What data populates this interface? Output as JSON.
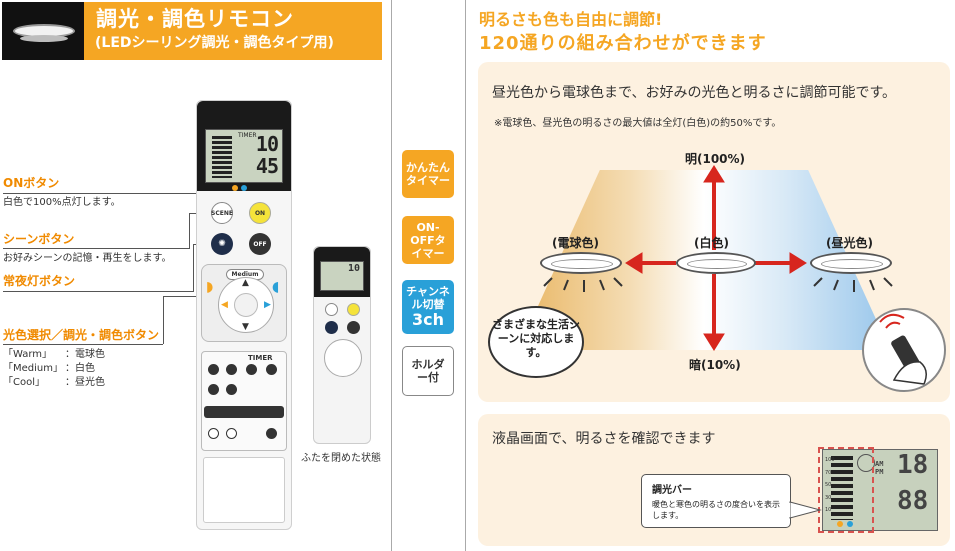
{
  "header": {
    "title": "調光・調色リモコン",
    "subtitle": "(LEDシーリング調光・調色タイプ用)"
  },
  "callouts": {
    "on_title": "ONボタン",
    "on_desc": "白色で100%点灯します。",
    "scene_title": "シーンボタン",
    "scene_desc": "お好みシーンの記憶・再生をします。",
    "night_title": "常夜灯ボタン",
    "color_title": "光色選択／調光・調色ボタン",
    "color_rows": [
      {
        "key": "「Warm」",
        "val": "：電球色"
      },
      {
        "key": "「Medium」",
        "val": "：白色"
      },
      {
        "key": "「Cool」",
        "val": "：昼光色"
      }
    ]
  },
  "remote": {
    "lcd_top": "10",
    "lcd_bottom": "45",
    "lcd_timer": "TIMER",
    "scene_label": "SCENE",
    "on_label": "ON",
    "off_label": "OFF",
    "medium_label": "Medium",
    "timer_label": "TIMER"
  },
  "remote_small": {
    "lcd": "10",
    "caption": "ふたを閉めた状態"
  },
  "badges": {
    "kantan": "かんたんタイマー",
    "onoff": "ON-OFFタイマー",
    "channel": "チャンネル切替",
    "channel_big": "3ch",
    "holder": "ホルダー付"
  },
  "right": {
    "headline1": "明るさも色も自由に調節!",
    "headline2": "120通りの組み合わせができます",
    "box1_title": "昼光色から電球色まで、お好みの光色と明るさに調節可能です。",
    "box1_note": "※電球色、昼光色の明るさの最大値は全灯(白色)の約50%です。",
    "bright_label": "明(100%)",
    "dark_label": "暗(10%)",
    "warm_label": "(電球色)",
    "white_label": "(白色)",
    "cool_label": "(昼光色)",
    "bubble": "さまざまな生活シーンに対応します。",
    "box2_title": "液晶画面で、明るさを確認できます",
    "callout_title": "調光バー",
    "callout_desc": "暖色と寒色の明るさの度合いを表示します。",
    "lcd_scale": [
      "100",
      "70",
      "50",
      "30",
      "10"
    ],
    "lcd_digits_top": "18",
    "lcd_digits_bottom": "88",
    "lcd_ampm": "AM PM"
  },
  "colors": {
    "accent": "#f5a623",
    "blue": "#29a0d8",
    "arrow": "#d7261e"
  }
}
